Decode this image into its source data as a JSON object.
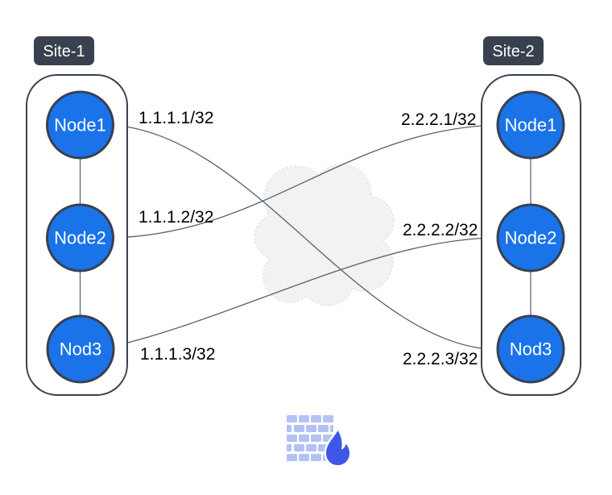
{
  "diagram": {
    "site1": {
      "label": "Site-1",
      "nodes": [
        "Node1",
        "Node2",
        "Nod3"
      ],
      "ips": [
        "1.1.1.1/32",
        "1.1.1.2/32",
        "1.1.1.3/32"
      ]
    },
    "site2": {
      "label": "Site-2",
      "nodes": [
        "Node1",
        "Node2",
        "Nod3"
      ],
      "ips": [
        "2.2.2.1/32",
        "2.2.2.2/32",
        "2.2.2.3/32"
      ]
    },
    "connections": [
      {
        "from": "Site-1/Node1",
        "from_ip": "1.1.1.1/32",
        "to": "Site-2/Nod3",
        "to_ip": "2.2.2.3/32",
        "through": "cloud"
      },
      {
        "from": "Site-1/Node2",
        "from_ip": "1.1.1.2/32",
        "to": "Site-2/Node1",
        "to_ip": "2.2.2.1/32",
        "through": "cloud"
      },
      {
        "from": "Site-1/Nod3",
        "from_ip": "1.1.1.3/32",
        "to": "Site-2/Node2",
        "to_ip": "2.2.2.2/32",
        "through": "cloud"
      }
    ],
    "icons": {
      "cloud": "network-cloud",
      "firewall": "firewall-brick-wall-with-flame"
    },
    "colors": {
      "node_fill": "#1a73e8",
      "outline": "#39414f",
      "edge": "#556070",
      "cloud_fill": "#f2f2f2",
      "cloud_stroke": "#d6dade",
      "brick": "#b4c1f4",
      "flame": "#3f57e7",
      "label_color": "#000000",
      "node_text": "#ffffff",
      "badge_bg": "#39414f",
      "badge_text": "#ffffff",
      "canvas_bg": "#ffffff"
    }
  }
}
